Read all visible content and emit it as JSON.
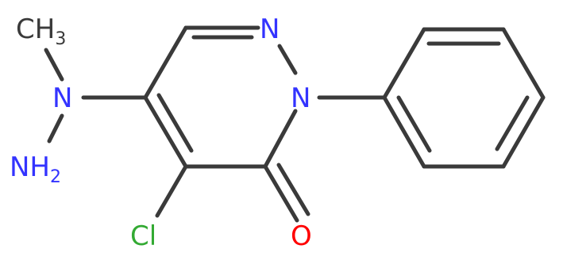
{
  "molecule": {
    "atoms": {
      "n1": {
        "text": "N"
      },
      "n2": {
        "text": "N"
      },
      "n_hyd": {
        "text": "N"
      },
      "nh2": {
        "text": "NH",
        "sub": "2"
      },
      "ch3": {
        "text": "CH",
        "sub": "3"
      },
      "cl": {
        "text": "Cl"
      },
      "o": {
        "text": "O"
      }
    },
    "colors": {
      "nitrogen": "#3333ff",
      "oxygen": "#ff0000",
      "chlorine": "#33aa33",
      "carbon_bond": "#3a3a3a"
    }
  }
}
